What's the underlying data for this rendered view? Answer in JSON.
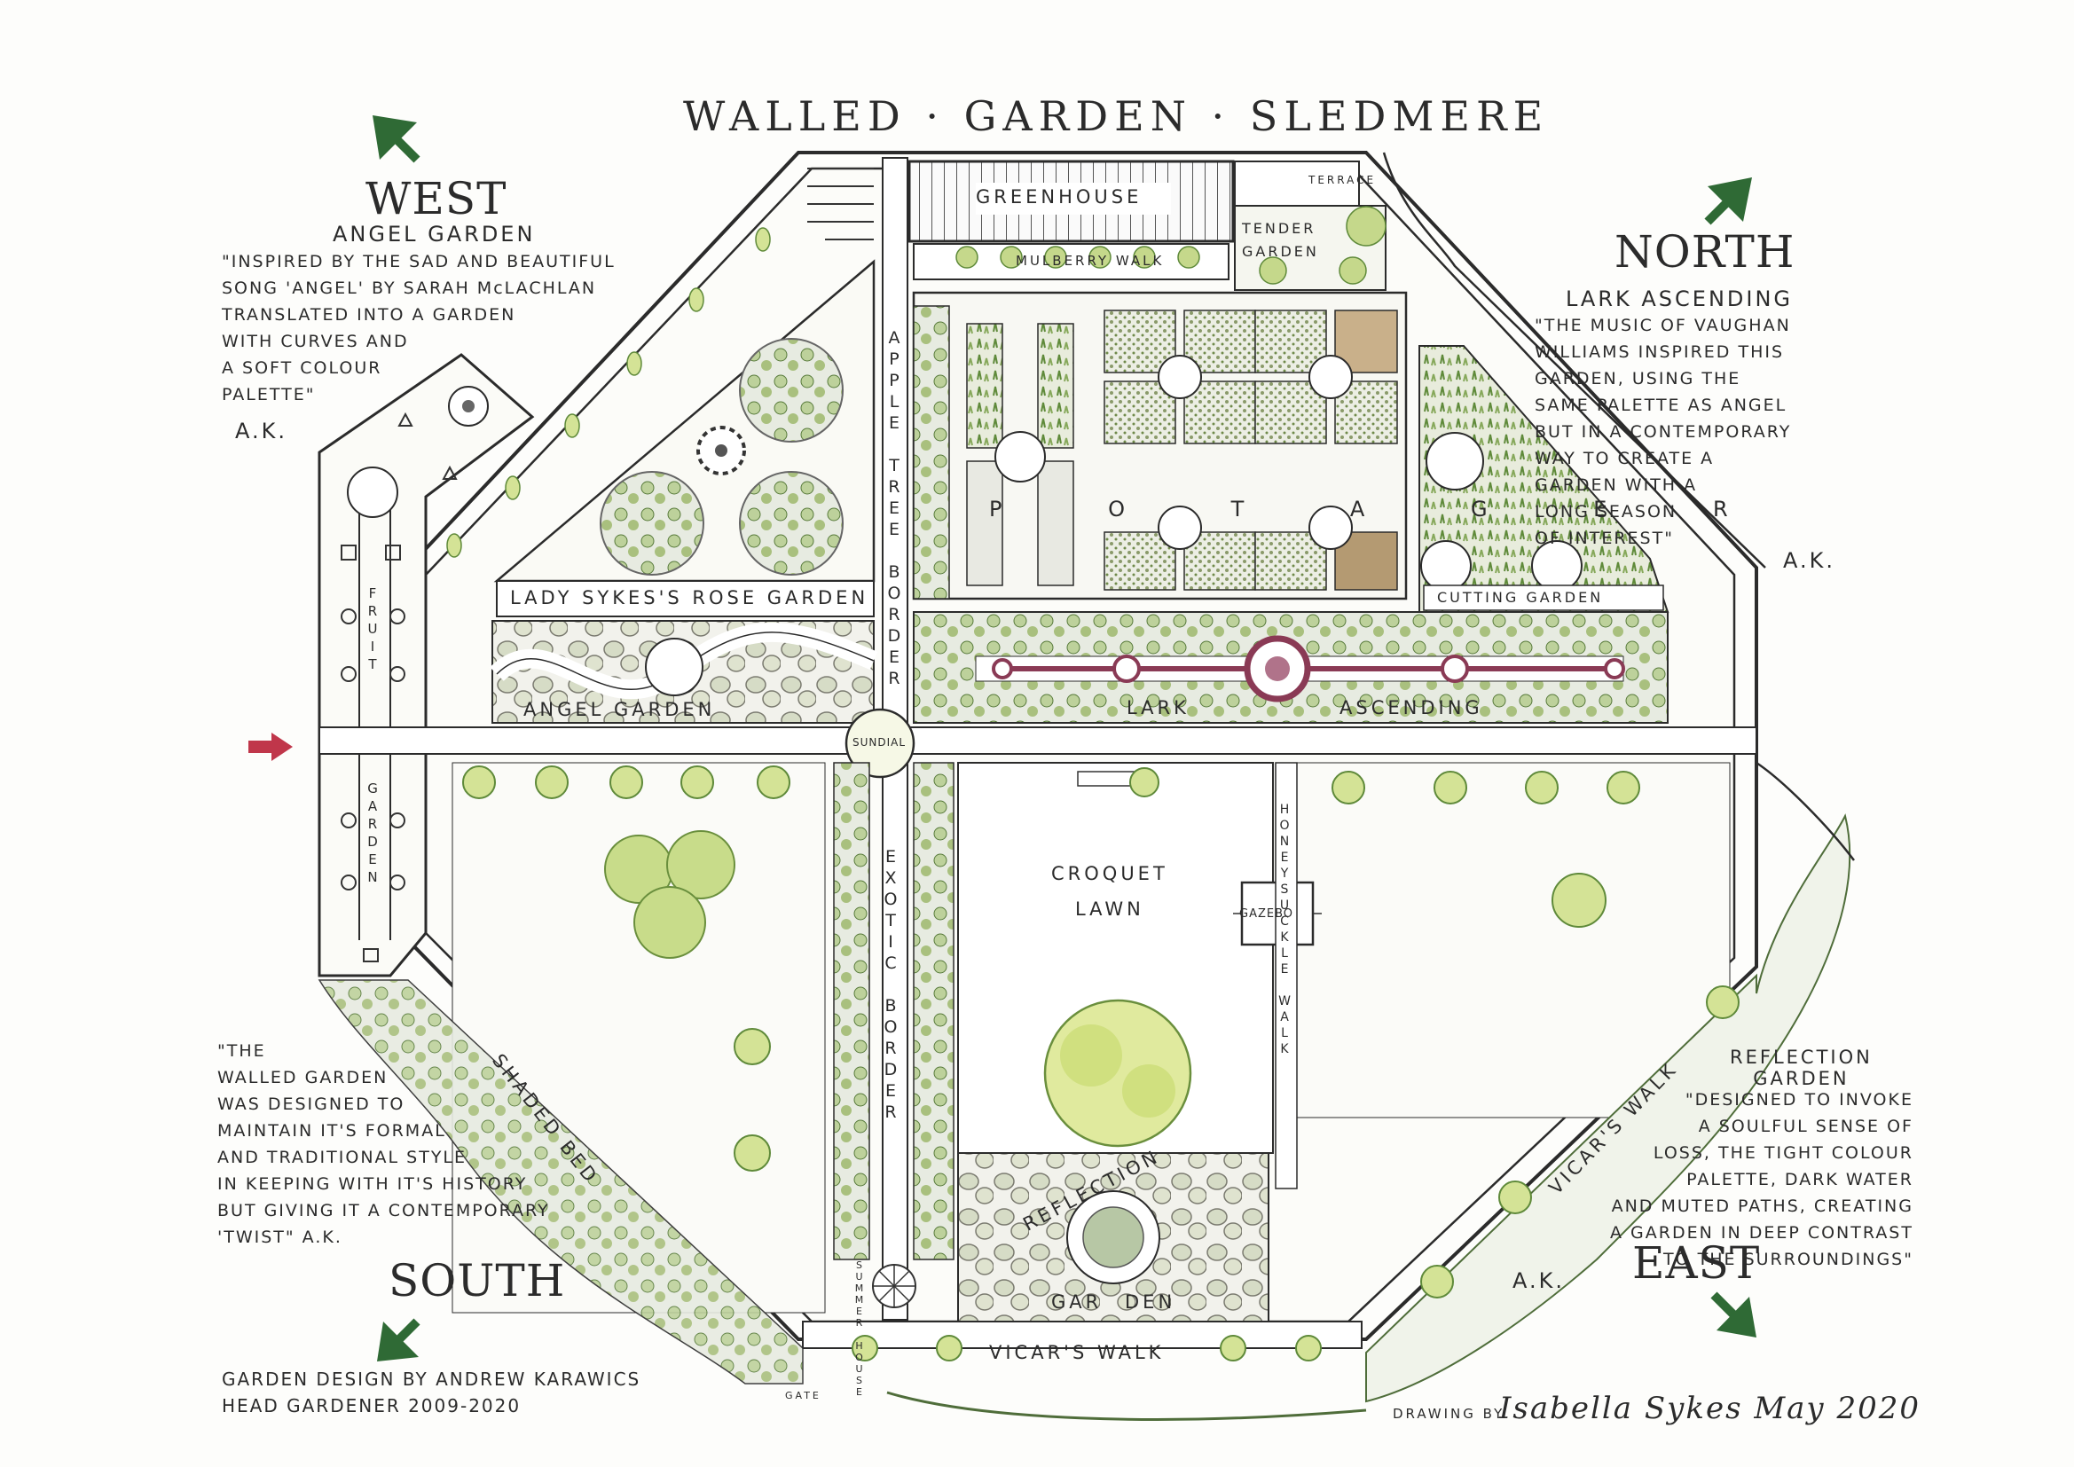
{
  "title": "WALLED · GARDEN · SLEDMERE",
  "compass": {
    "west": "WEST",
    "north": "NORTH",
    "south": "SOUTH",
    "east": "EAST"
  },
  "west_note": {
    "heading": "ANGEL GARDEN",
    "text": "\"INSPIRED BY THE SAD AND BEAUTIFUL\nSONG 'ANGEL' BY SARAH McLACHLAN\nTRANSLATED INTO A GARDEN\nWITH CURVES AND\nA SOFT COLOUR\nPALETTE\"",
    "initials": "A.K."
  },
  "north_note": {
    "heading": "LARK ASCENDING",
    "text": "\"THE MUSIC OF VAUGHAN\nWILLIAMS INSPIRED THIS\nGARDEN, USING THE\nSAME PALETTE AS ANGEL\nBUT IN A CONTEMPORARY\nWAY TO CREATE A\nGARDEN WITH A\nLONG SEASON\nOF INTEREST\"",
    "initials": "A.K."
  },
  "south_note": {
    "text": "\"THE\nWALLED GARDEN\nWAS DESIGNED TO\nMAINTAIN IT'S FORMAL\nAND TRADITIONAL STYLE\nIN KEEPING WITH IT'S HISTORY\nBUT GIVING IT A CONTEMPORARY\n'TWIST\" A.K."
  },
  "east_note": {
    "heading": "REFLECTION\nGARDEN",
    "text": "\"DESIGNED TO INVOKE\nA SOULFUL SENSE OF\nLOSS, THE TIGHT COLOUR\nPALETTE, DARK WATER\nAND MUTED PATHS, CREATING\nA GARDEN IN DEEP CONTRAST\nTO THE SURROUNDINGS\"",
    "initials": "A.K."
  },
  "credits": {
    "design": "GARDEN DESIGN BY ANDREW KARAWICS\nHEAD GARDENER 2009-2020",
    "drawing_prefix": "DRAWING BY",
    "drawing_sig": "Isabella Sykes May 2020"
  },
  "areas": {
    "greenhouse": "GREENHOUSE",
    "terrace": "TERRACE",
    "tender_garden": "TENDER GARDEN",
    "mulberry_walk": "MULBERRY WALK",
    "apple_tree_border": "APPLE TREE BORDER",
    "potager": "P O T A G E R",
    "cutting_garden": "CUTTING GARDEN",
    "rose_garden": "LADY SYKES'S ROSE GARDEN",
    "angel_garden": "ANGEL GARDEN",
    "lark_ascending_a": "LARK",
    "lark_ascending_b": "ASCENDING",
    "sundial": "SUNDIAL",
    "fruit": "FRUIT",
    "garden": "GARDEN",
    "croquet_lawn": "CROQUET\nLAWN",
    "gazebo": "GAZEBO",
    "honeysuckle_walk": "HONEYSUCKLE WALK",
    "exotic_border": "EXOTIC BORDER",
    "reflection": "REFLECTION",
    "garden_split_a": "GAR",
    "garden_split_b": "DEN",
    "summer_house": "SUMMER HOUSE",
    "vicars_walk_south": "VICAR'S WALK",
    "vicars_walk_east": "VICAR'S WALK",
    "shaded_bed": "SHADED BED",
    "gate": "GATE"
  },
  "colors": {
    "ink": "#2b2b2b",
    "lawn": "#f7f7f1",
    "path": "#ffffff",
    "shrub": "#c9dc8a",
    "shrub_dark": "#6f9b3f",
    "rose_bed": "#d9dbc8",
    "arrow_green": "#2f6a35",
    "entry_arrow": "#c0364a",
    "lark_accent": "#8a3a55"
  }
}
